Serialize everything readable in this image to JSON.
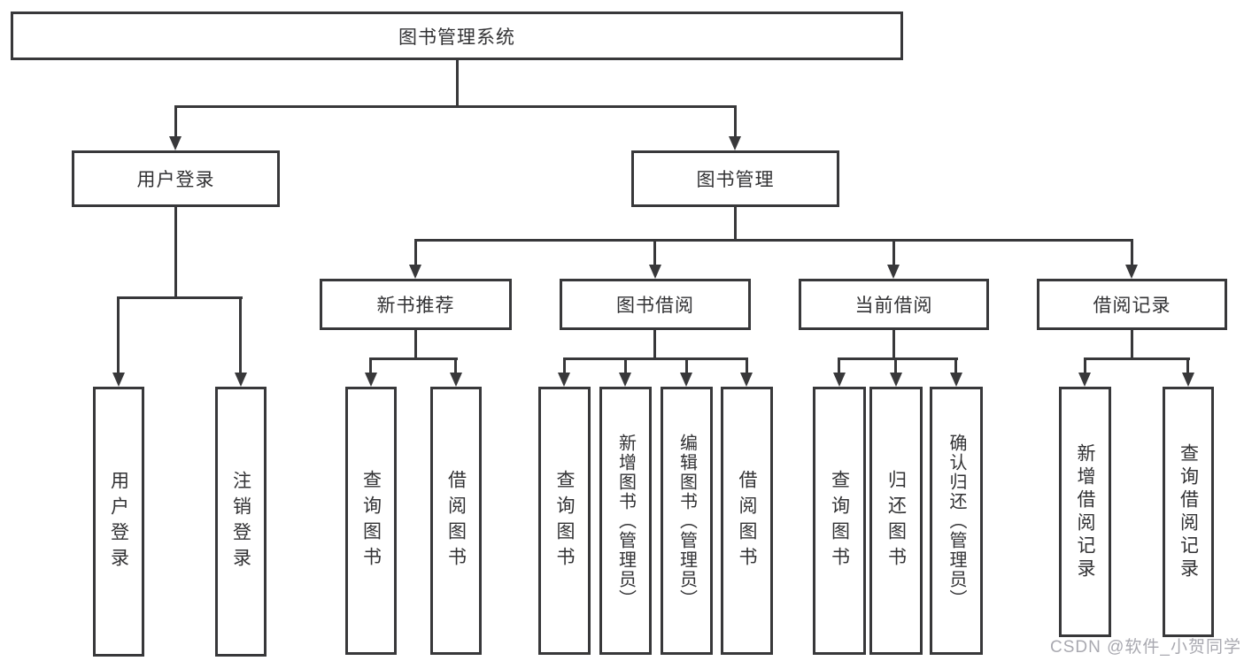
{
  "diagram": {
    "root": "图书管理系统",
    "level2": [
      "用户登录",
      "图书管理"
    ],
    "level3": [
      "新书推荐",
      "图书借阅",
      "当前借阅",
      "借阅记录"
    ],
    "leaves": {
      "user_login": [
        "用户登录",
        "注销登录"
      ],
      "new_books": [
        "查询图书",
        "借阅图书"
      ],
      "book_borrow": [
        "查询图书",
        "新增图书（管理员）",
        "编辑图书（管理员）",
        "借阅图书"
      ],
      "current_borrow": [
        "查询图书",
        "归还图书",
        "确认归还（管理员）"
      ],
      "borrow_records": [
        "新增借阅记录",
        "查询借阅记录"
      ]
    },
    "colors": {
      "line": "#38383a",
      "box_border": "#38383a",
      "text": "#323234",
      "watermark": "#a9a9b0",
      "background": "#ffffff"
    }
  },
  "watermark": "CSDN @软件_小贺同学"
}
